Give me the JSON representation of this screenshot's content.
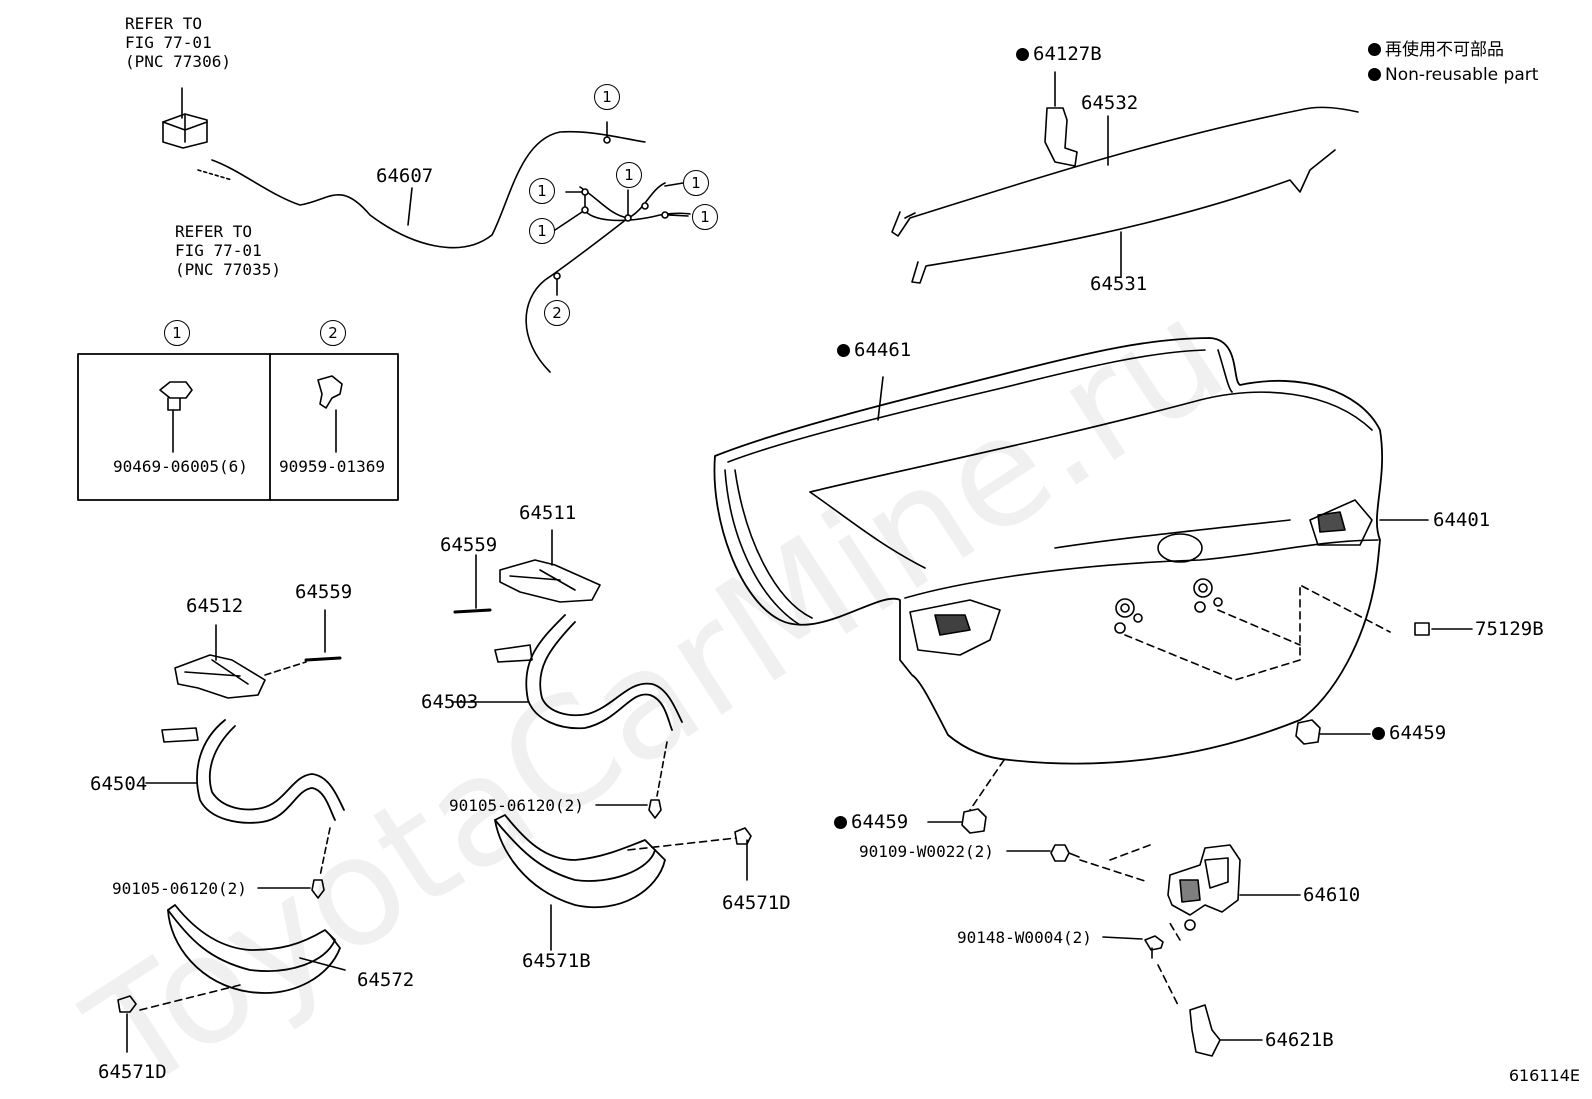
{
  "legend": {
    "line1": "再使用不可部品",
    "line2": "Non-reusable part"
  },
  "watermark": "ToyotaCarMine.ru",
  "references": {
    "top": "REFER TO\nFIG 77-01\n(PNC 77306)",
    "bottom": "REFER TO\nFIG 77-01\n(PNC 77035)"
  },
  "clip_box": {
    "col1_header": "1",
    "col2_header": "2",
    "col1_part": "90469-06005(6)",
    "col2_part": "90959-01369"
  },
  "callouts": {
    "one": "1",
    "two": "2"
  },
  "parts": {
    "p64607": "64607",
    "p64127B": "64127B",
    "p64532": "64532",
    "p64531": "64531",
    "p64461": "64461",
    "p64401": "64401",
    "p75129B": "75129B",
    "p64459_right": "64459",
    "p64459_left": "64459",
    "p64511": "64511",
    "p64559_a": "64559",
    "p64512": "64512",
    "p64559_b": "64559",
    "p64503": "64503",
    "p64504": "64504",
    "p90105_a": "90105-06120(2)",
    "p90105_b": "90105-06120(2)",
    "p64571D_a": "64571D",
    "p64571B": "64571B",
    "p64572": "64572",
    "p64571D_b": "64571D",
    "p90109": "90109-W0022(2)",
    "p64610": "64610",
    "p90148": "90148-W0004(2)",
    "p64621B": "64621B"
  },
  "non_reusable": [
    "64127B",
    "64461",
    "64459"
  ],
  "illustration_code": "616114E"
}
